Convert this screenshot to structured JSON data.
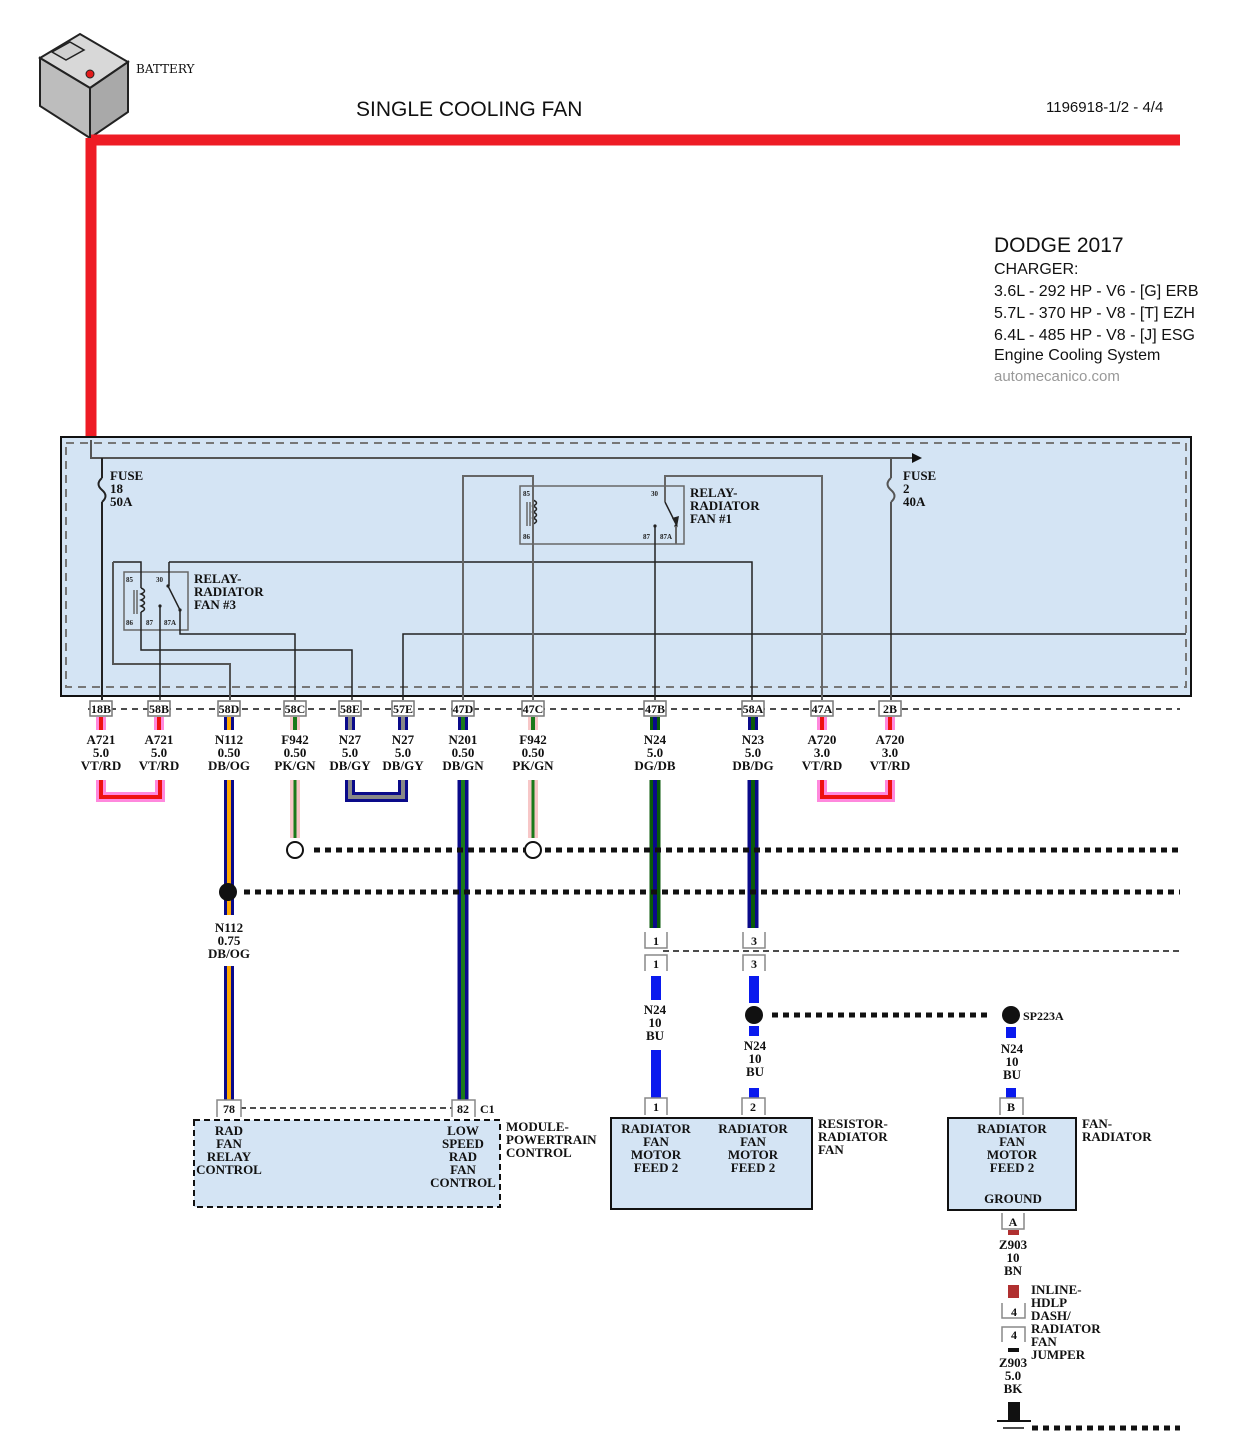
{
  "header": {
    "title": "SINGLE COOLING FAN",
    "doc_ref": "1196918-1/2 - 4/4",
    "battery_label": "BATTERY"
  },
  "vehicle_info": {
    "make_year": "DODGE 2017",
    "model": "CHARGER:",
    "engines": [
      "3.6L - 292 HP - V6 - [G] ERB",
      "5.7L - 370 HP - V8 - [T] EZH",
      "6.4L - 485 HP - V8 -  [J] ESG"
    ],
    "system": "Engine Cooling System",
    "watermark": "automecanico.com"
  },
  "pdc": {
    "fuse_18": [
      "FUSE",
      "18",
      "50A"
    ],
    "fuse_2": [
      "FUSE",
      "2",
      "40A"
    ],
    "relay_fan3": {
      "label": [
        "RELAY-",
        "RADIATOR",
        "FAN #3"
      ],
      "pins": [
        "85",
        "30",
        "86",
        "87",
        "87A"
      ]
    },
    "relay_fan1": {
      "label": [
        "RELAY-",
        "RADIATOR",
        "FAN #1"
      ],
      "pins": [
        "85",
        "30",
        "86",
        "87",
        "87A"
      ]
    }
  },
  "connector_pins": [
    {
      "pin": "18B",
      "circuit": "A721",
      "gauge": "5.0",
      "color": "VT/RD",
      "colors": [
        "#ff88dd",
        "#ee1111"
      ]
    },
    {
      "pin": "58B",
      "circuit": "A721",
      "gauge": "5.0",
      "color": "VT/RD",
      "colors": [
        "#ff88dd",
        "#ee1111"
      ]
    },
    {
      "pin": "58D",
      "circuit": "N112",
      "gauge": "0.50",
      "color": "DB/OG",
      "colors": [
        "#0a0a8a",
        "#ffaa00"
      ]
    },
    {
      "pin": "58C",
      "circuit": "F942",
      "gauge": "0.50",
      "color": "PK/GN",
      "colors": [
        "#f7c7c7",
        "#1a7a1a"
      ]
    },
    {
      "pin": "58E",
      "circuit": "N27",
      "gauge": "5.0",
      "color": "DB/GY",
      "colors": [
        "#0a0a8a",
        "#888888"
      ]
    },
    {
      "pin": "57E",
      "circuit": "N27",
      "gauge": "5.0",
      "color": "DB/GY",
      "colors": [
        "#0a0a8a",
        "#888888"
      ]
    },
    {
      "pin": "47D",
      "circuit": "N201",
      "gauge": "0.50",
      "color": "DB/GN",
      "colors": [
        "#0a0a8a",
        "#1a7a1a"
      ]
    },
    {
      "pin": "47C",
      "circuit": "F942",
      "gauge": "0.50",
      "color": "PK/GN",
      "colors": [
        "#f7c7c7",
        "#1a7a1a"
      ]
    },
    {
      "pin": "47B",
      "circuit": "N24",
      "gauge": "5.0",
      "color": "DG/DB",
      "colors": [
        "#0a5a0a",
        "#0a0a8a"
      ]
    },
    {
      "pin": "58A",
      "circuit": "N23",
      "gauge": "5.0",
      "color": "DB/DG",
      "colors": [
        "#0a0a8a",
        "#0a5a0a"
      ]
    },
    {
      "pin": "47A",
      "circuit": "A720",
      "gauge": "3.0",
      "color": "VT/RD",
      "colors": [
        "#ff88dd",
        "#ee1111"
      ]
    },
    {
      "pin": "2B",
      "circuit": "A720",
      "gauge": "3.0",
      "color": "VT/RD",
      "colors": [
        "#ff88dd",
        "#ee1111"
      ]
    }
  ],
  "n112_lower": {
    "circuit": "N112",
    "gauge": "0.75",
    "color": "DB/OG"
  },
  "inline_connector": {
    "pins_top": [
      "1",
      "3"
    ],
    "pins_bottom": [
      "1",
      "3"
    ]
  },
  "n24_wires": [
    {
      "circuit": "N24",
      "gauge": "10",
      "color": "BU"
    },
    {
      "circuit": "N24",
      "gauge": "10",
      "color": "BU"
    },
    {
      "circuit": "N24",
      "gauge": "10",
      "color": "BU"
    }
  ],
  "splice": "SP223A",
  "pcm": {
    "pins": [
      "78",
      "82"
    ],
    "connector": "C1",
    "func_left": [
      "RAD",
      "FAN",
      "RELAY",
      "CONTROL"
    ],
    "func_right": [
      "LOW",
      "SPEED",
      "RAD",
      "FAN",
      "CONTROL"
    ],
    "name": [
      "MODULE-",
      "POWERTRAIN",
      "CONTROL"
    ]
  },
  "resistor": {
    "pins": [
      "1",
      "2"
    ],
    "func": [
      "RADIATOR",
      "FAN",
      "MOTOR",
      "FEED 2"
    ],
    "name": [
      "RESISTOR-",
      "RADIATOR",
      "FAN"
    ]
  },
  "fan": {
    "pins": [
      "B",
      "A"
    ],
    "func": [
      "RADIATOR",
      "FAN",
      "MOTOR",
      "FEED 2"
    ],
    "ground": "GROUND",
    "name": [
      "FAN-",
      "RADIATOR"
    ]
  },
  "ground_wire_upper": {
    "circuit": "Z903",
    "gauge": "10",
    "color": "BN"
  },
  "jumper": {
    "pins": [
      "4",
      "4"
    ],
    "name": [
      "INLINE-",
      "HDLP",
      "DASH/",
      "RADIATOR",
      "FAN",
      "JUMPER"
    ]
  },
  "ground_wire_lower": {
    "circuit": "Z903",
    "gauge": "5.0",
    "color": "BK"
  },
  "colors": {
    "battery_feed": "#ee1c25",
    "module_fill": "#d4e4f4",
    "bu": "#0a1aee",
    "bn": "#b03030"
  }
}
